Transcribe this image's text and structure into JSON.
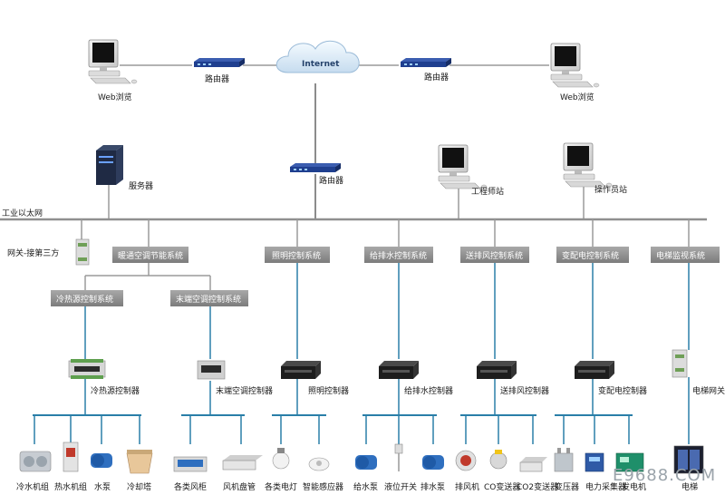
{
  "top": {
    "web_left": "Web浏览",
    "web_right": "Web浏览",
    "router_left": "路由器",
    "router_right": "路由器",
    "internet": "Internet",
    "router_mid": "路由器",
    "server": "服务器",
    "eng_station": "工程师站",
    "op_station": "操作员站"
  },
  "network": {
    "ethernet": "工业以太网",
    "gateway_third": "网关-接第三方"
  },
  "systems": [
    {
      "key": "hvac",
      "label": "暖通空调节能系统"
    },
    {
      "key": "lighting",
      "label": "照明控制系统"
    },
    {
      "key": "water",
      "label": "给排水控制系统"
    },
    {
      "key": "vent",
      "label": "送排风控制系统"
    },
    {
      "key": "power",
      "label": "变配电控制系统"
    },
    {
      "key": "elevator",
      "label": "电梯监视系统"
    }
  ],
  "subsystems": [
    {
      "key": "cold",
      "label": "冷热源控制系统"
    },
    {
      "key": "terminal",
      "label": "末端空调控制系统"
    }
  ],
  "controllers": [
    {
      "key": "cold",
      "label": "冷热源控制器"
    },
    {
      "key": "terminal",
      "label": "末端空调控制器"
    },
    {
      "key": "lighting",
      "label": "照明控制器"
    },
    {
      "key": "water",
      "label": "给排水控制器"
    },
    {
      "key": "vent",
      "label": "送排风控制器"
    },
    {
      "key": "power",
      "label": "变配电控制器"
    },
    {
      "key": "elevator",
      "label": "电梯网关"
    }
  ],
  "devices": [
    {
      "key": "chiller",
      "label": "冷水机组"
    },
    {
      "key": "heater",
      "label": "热水机组"
    },
    {
      "key": "pump1",
      "label": "水泵"
    },
    {
      "key": "tower",
      "label": "冷却塔"
    },
    {
      "key": "ahu",
      "label": "各类风柜"
    },
    {
      "key": "fcu",
      "label": "风机盘管"
    },
    {
      "key": "lamp",
      "label": "各类电灯"
    },
    {
      "key": "sensor",
      "label": "智能感应器"
    },
    {
      "key": "supply_pump",
      "label": "给水泵"
    },
    {
      "key": "level",
      "label": "液位开关"
    },
    {
      "key": "drain_pump",
      "label": "排水泵"
    },
    {
      "key": "fan",
      "label": "排风机"
    },
    {
      "key": "co",
      "label": "CO变送器"
    },
    {
      "key": "co2",
      "label": "CO2变送器"
    },
    {
      "key": "transformer",
      "label": "变压器"
    },
    {
      "key": "meter",
      "label": "电力采集器"
    },
    {
      "key": "generator",
      "label": "发电机"
    },
    {
      "key": "elevator",
      "label": "电梯"
    }
  ],
  "watermark": "E9688.COM",
  "colors": {
    "box_fill": "#8e8e8e",
    "trunk": "#9a9a9a",
    "drop_line": "#2a7fa8",
    "device_bus": "#2a7fa8",
    "router": "#1f3f8f"
  }
}
